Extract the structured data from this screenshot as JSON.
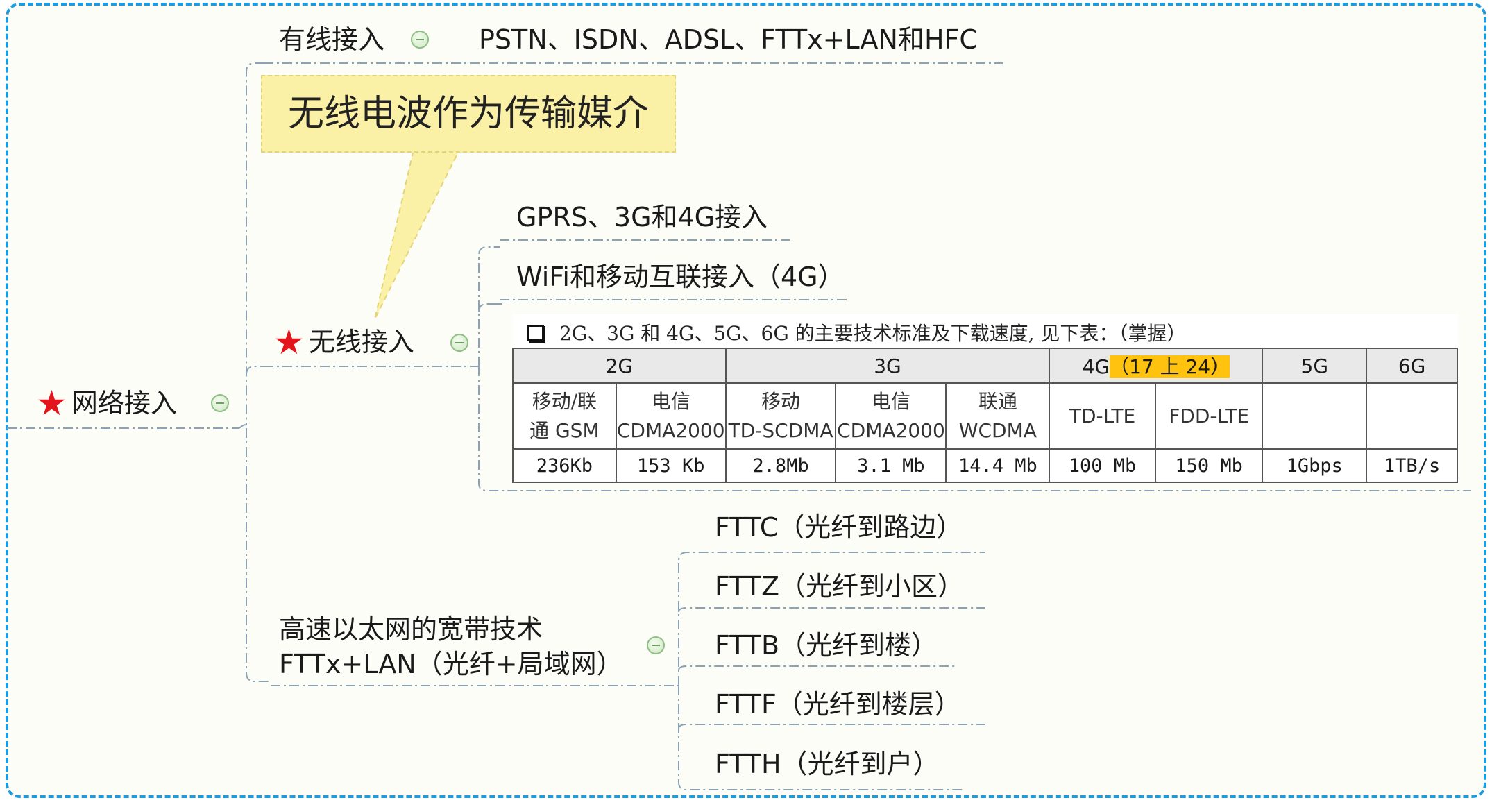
{
  "root": {
    "label": "网络接入"
  },
  "wired": {
    "label": "有线接入",
    "detail": "PSTN、ISDN、ADSL、FTTx+LAN和HFC"
  },
  "wireless": {
    "label": "无线接入",
    "callout": "无线电波作为传输媒介",
    "children": [
      "GPRS、3G和4G接入",
      "WiFi和移动互联接入（4G）"
    ]
  },
  "table": {
    "caption": "2G、3G 和 4G、5G、6G 的主要技术标准及下载速度, 见下表：（掌握）",
    "headers": {
      "g2": "2G",
      "g3": "3G",
      "g4": "4G",
      "g4_note": "（17 上 24）",
      "g5": "5G",
      "g6": "6G"
    },
    "standards": [
      {
        "line1": "移动/联",
        "line2": "通 GSM"
      },
      {
        "line1": "电信",
        "line2": "CDMA2000"
      },
      {
        "line1": "移动",
        "line2": "TD-SCDMA"
      },
      {
        "line1": "电信",
        "line2": "CDMA2000"
      },
      {
        "line1": "联通",
        "line2": "WCDMA"
      },
      {
        "single": "TD-LTE"
      },
      {
        "single": "FDD-LTE"
      },
      {
        "single": ""
      },
      {
        "single": ""
      }
    ],
    "speeds": [
      "236Kb",
      "153 Kb",
      "2.8Mb",
      "3.1 Mb",
      "14.4 Mb",
      "100 Mb",
      "150 Mb",
      "1Gbps",
      "1TB/s"
    ]
  },
  "ethernet": {
    "label_line1": "高速以太网的宽带技术",
    "label_line2": "FTTx+LAN（光纤+局域网）",
    "children": [
      "FTTC（光纤到路边）",
      "FTTZ（光纤到小区）",
      "FTTB（光纤到楼）",
      "FTTF（光纤到楼层）",
      "FTTH（光纤到户）"
    ]
  },
  "colors": {
    "frame": "#1d9bdc",
    "star": "#e2151d",
    "callout": "#faf0a6",
    "highlight": "#ffc20e",
    "line": "#9fb6c8"
  }
}
